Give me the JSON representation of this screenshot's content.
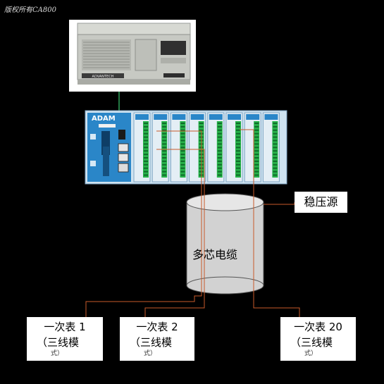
{
  "watermark": "版权所有CA800",
  "regulated_power_label": "稳压源",
  "cable_label": "多芯电缆",
  "ipc_front_text": "ADVANTECH",
  "adam_logo": "ADAM",
  "primary_meters": [
    {
      "name": "一次表 1",
      "mode": "（三线模",
      "cut": "式）"
    },
    {
      "name": "一次表 2",
      "mode": "（三线模",
      "cut": "式）"
    },
    {
      "name": "一次表 20",
      "mode": "（三线模",
      "cut": "式）"
    }
  ],
  "colors": {
    "background": "#000000",
    "wire": "#c85a2a",
    "link": "#2fa35a",
    "adam_blue": "#2a86c8",
    "terminal_green": "#27b24a"
  }
}
